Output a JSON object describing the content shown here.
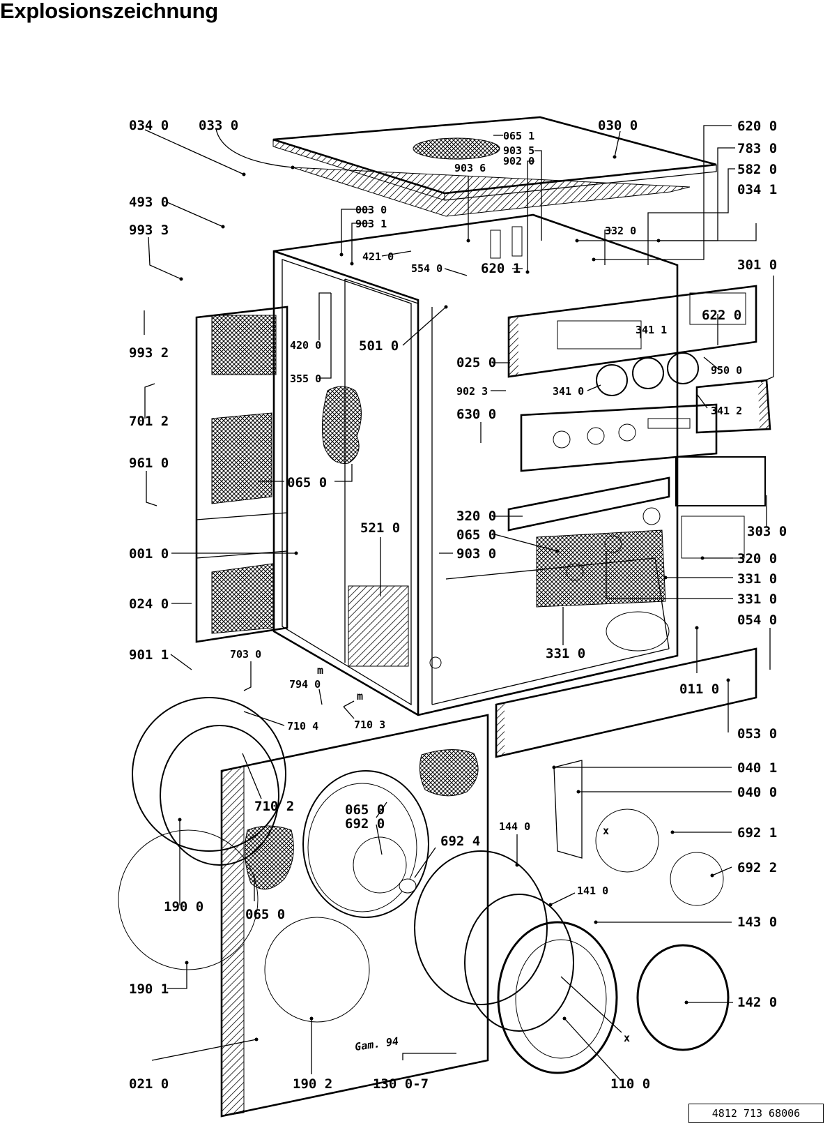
{
  "title": "Explosionszeichnung",
  "drawing_number": "4812 713 68006",
  "signature": "Gam. 94",
  "labels": [
    "034 0",
    "033 0",
    "030 0",
    "620 0",
    "783 0",
    "582 0",
    "034 1",
    "065 1",
    "903 5",
    "902 0",
    "903 6",
    "493 0",
    "993 3",
    "003 0",
    "903 1",
    "332 0",
    "421 0",
    "554 0",
    "620 1",
    "301 0",
    "993 2",
    "420 0",
    "501 0",
    "622 0",
    "341 1",
    "025 0",
    "355 0",
    "950 0",
    "701 2",
    "902 3",
    "341 0",
    "341 2",
    "630 0",
    "961 0",
    "065 0",
    "320 0",
    "521 0",
    "065 0",
    "303 0",
    "001 0",
    "903 0",
    "320 0",
    "331 0",
    "024 0",
    "331 0",
    "054 0",
    "331 0",
    "901 1",
    "703 0",
    "m",
    "794 0",
    "011 0",
    "m",
    "710 4",
    "710 3",
    "053 0",
    "040 1",
    "040 0",
    "710 2",
    "065 0",
    "692 0",
    "144 0",
    "x",
    "692 1",
    "692 4",
    "692 2",
    "141 0",
    "190 0",
    "065 0",
    "143 0",
    "190 1",
    "142 0",
    "x",
    "021 0",
    "190 2",
    "130 0-7",
    "110 0"
  ]
}
